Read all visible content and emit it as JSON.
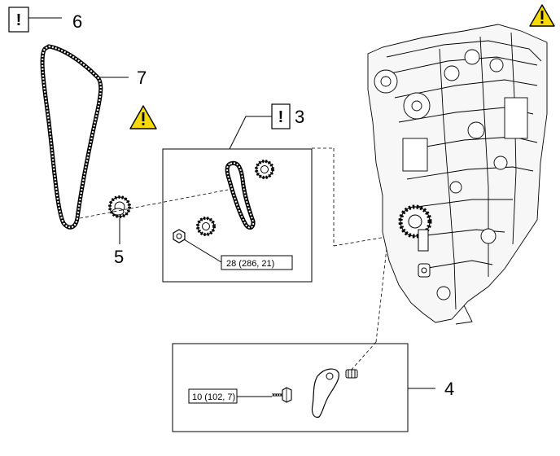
{
  "callouts": {
    "c3": "3",
    "c4": "4",
    "c5": "5",
    "c6": "6",
    "c7": "7"
  },
  "torque_specs": {
    "upper": "28 (286, 21)",
    "lower": "10 (102, 7)"
  },
  "notice_mark": "!",
  "icons": {
    "notice": "notice-box-icon",
    "caution": "caution-triangle-icon"
  },
  "colors": {
    "line": "#000000",
    "caution_fill": "#f5d90a",
    "engine_fill": "#f7f7f7"
  }
}
